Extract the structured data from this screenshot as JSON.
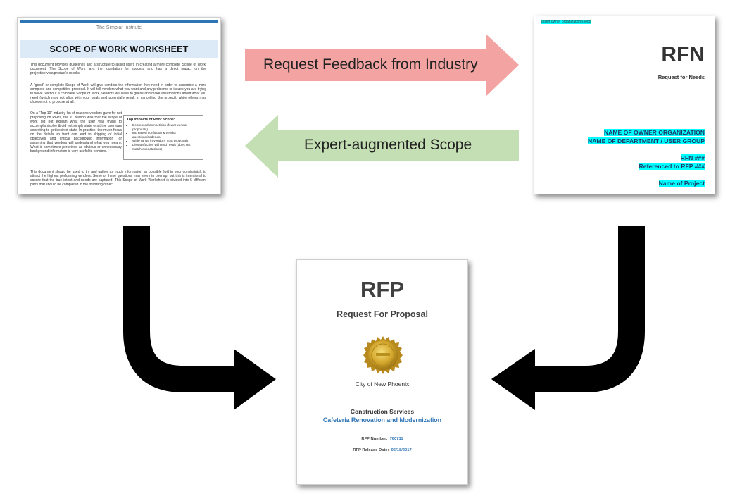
{
  "sow": {
    "institute": "The Simplar Institute",
    "title": "SCOPE OF WORK WORKSHEET",
    "para1": "This document provides guidelines and a structure to assist users in creating a more complete 'Scope of Work' document. The Scope of Work lays the foundation for success and has a direct impact on the project/service/product's results.",
    "para2": "A \"good\" or complete Scope of Work will give vendors the information they need in order to assemble a more complete and competitive proposal. It will tell vendors what you want and any problems or issues you are trying to solve. Without a complete Scope of Work, vendors will have to guess and make assumptions about what you need (which may not align with your goals and potentially result in cancelling the project), while others may choose not to propose at all.",
    "para3": "On a \"Top 10\" industry list of reasons vendors gave for not proposing on RFPs, the #1 reason was that the scope of work did not explain what the user was trying to accomplish/solve & did not simply state what the user was expecting to get/desired state. In practice, too much focus on the details up front can lead to skipping of initial objectives and critical background information (or assuming that vendors will understand what you mean). What is sometimes perceived as obvious or unnecessary background information is very useful to vendors.",
    "box_title": "Top Impacts of Poor Scope:",
    "box_items": [
      "Decreased competition (fewer vendor proposals)",
      "Increased confusion & vendor questions/addenda",
      "Wide range in vendors' cost proposals",
      "Dissatisfaction with end result (does not match expectations)"
    ],
    "para4": "This document should be used to try and gather as much information as possible (within your constraints), to attract the highest performing vendors. Some of these questions may seem to overlap, but this is intentional to assure that the true intent and needs are captured. This Scope of Work Worksheet is divided into 5 different parts that should be completed in the following order:"
  },
  "rfn": {
    "logo_note": "Insert owner organization's logo",
    "title": "RFN",
    "subtitle": "Request for Needs",
    "org": "NAME OF OWNER ORGANIZATION",
    "dept": "NAME OF DEPARTMENT / USER GROUP",
    "number": "RFN ###",
    "ref": "Referenced to RFP ###",
    "project": "Name of Project"
  },
  "rfp": {
    "title": "RFP",
    "subtitle": "Request For Proposal",
    "city": "City of New Phoenix",
    "category": "Construction Services",
    "project": "Cafeteria Renovation and Modernization",
    "number_label": "RFP Number:",
    "number_value": "760711",
    "date_label": "RFP Release Date:",
    "date_value": "05/18/2017"
  },
  "arrows": {
    "request_label": "Request Feedback from Industry",
    "request_color": "#f4a3a3",
    "expert_label": "Expert-augmented Scope",
    "expert_color": "#c5dfb4",
    "curve_color": "#000000"
  },
  "icons": {
    "seal": "gold-seal-icon"
  }
}
